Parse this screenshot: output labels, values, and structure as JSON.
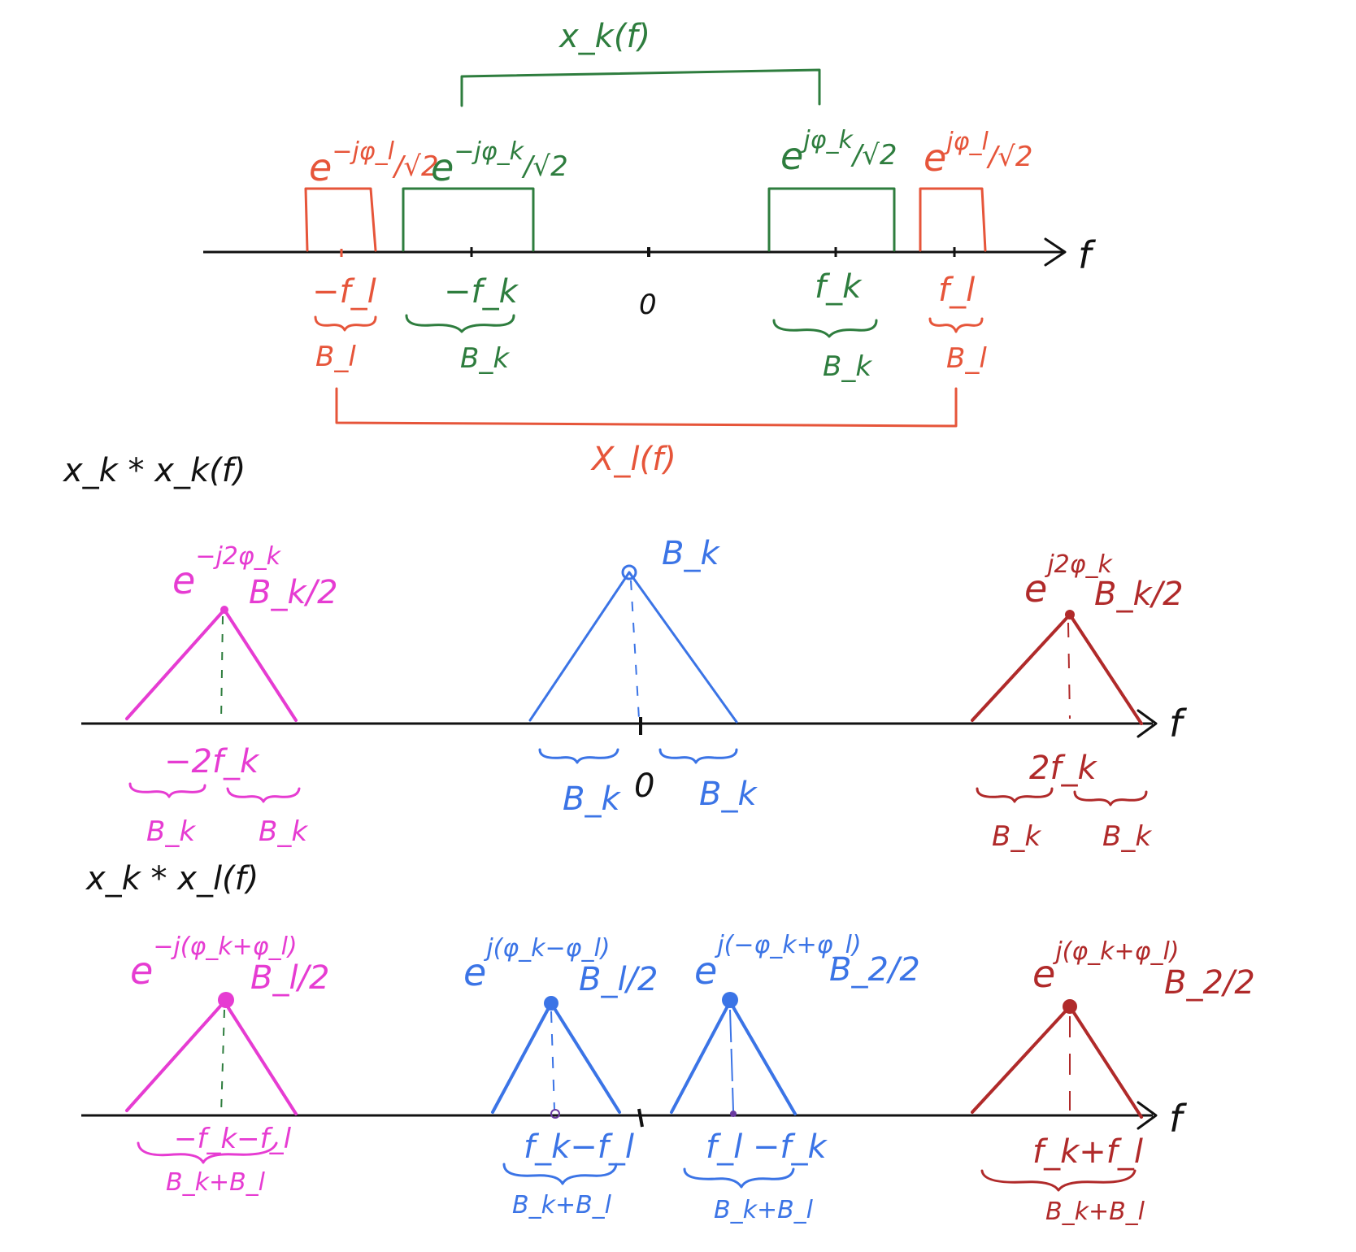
{
  "colors": {
    "green": "#2e7d3e",
    "orange": "#e6553a",
    "magenta": "#e63cd2",
    "blue": "#3b74e6",
    "darkred": "#b02a2a",
    "black": "#111111"
  },
  "panel1": {
    "brace_top_label": "x_k(f)",
    "brace_bottom_label": "X_l(f)",
    "axis_label": "f",
    "origin_label": "0",
    "rects": [
      {
        "coef_base": "e",
        "coef_sup": "−jφ_l",
        "coef_tail": "/√2",
        "freq": "−f_l",
        "band": "B_l",
        "color": "orange"
      },
      {
        "coef_base": "e",
        "coef_sup": "−jφ_k",
        "coef_tail": "/√2",
        "freq": "−f_k",
        "band": "B_k",
        "color": "green"
      },
      {
        "coef_base": "e",
        "coef_sup": "jφ_k",
        "coef_tail": "/√2",
        "freq": "f_k",
        "band": "B_k",
        "color": "green"
      },
      {
        "coef_base": "e",
        "coef_sup": "jφ_l",
        "coef_tail": "/√2",
        "freq": "f_l",
        "band": "B_l",
        "color": "orange"
      }
    ]
  },
  "panel2": {
    "title": "x_k * x_k(f)",
    "axis_label": "f",
    "origin_label": "0",
    "triangles": [
      {
        "coef_base": "e",
        "coef_sup": "−j2φ_k",
        "amp": "B_k/2",
        "freq": "−2f_k",
        "band_left": "B_k",
        "band_right": "B_k",
        "color": "magenta"
      },
      {
        "coef_base": "",
        "coef_sup": "",
        "amp": "B_k",
        "freq": "",
        "band_left": "B_k",
        "band_right": "B_k",
        "color": "blue"
      },
      {
        "coef_base": "e",
        "coef_sup": "j2φ_k",
        "amp": "B_k/2",
        "freq": "2f_k",
        "band_left": "B_k",
        "band_right": "B_k",
        "color": "darkred"
      }
    ]
  },
  "panel3": {
    "title": "x_k * x_l(f)",
    "axis_label": "f",
    "triangles": [
      {
        "coef_base": "e",
        "coef_sup": "−j(φ_k+φ_l)",
        "amp": "B_l/2",
        "freq": "−f_k−f_l",
        "band": "B_k+B_l",
        "color": "magenta"
      },
      {
        "coef_base": "e",
        "coef_sup": "j(φ_k−φ_l)",
        "amp": "B_l/2",
        "freq": "f_k−f_l",
        "band": "B_k+B_l",
        "color": "blue"
      },
      {
        "coef_base": "e",
        "coef_sup": "j(−φ_k+φ_l)",
        "amp": "B_2/2",
        "freq": "f_l −f_k",
        "band": "B_k+B_l",
        "color": "blue"
      },
      {
        "coef_base": "e",
        "coef_sup": "j(φ_k+φ_l)",
        "amp": "B_2/2",
        "freq": "f_k+f_l",
        "band": "B_k+B_l",
        "color": "darkred"
      }
    ]
  }
}
